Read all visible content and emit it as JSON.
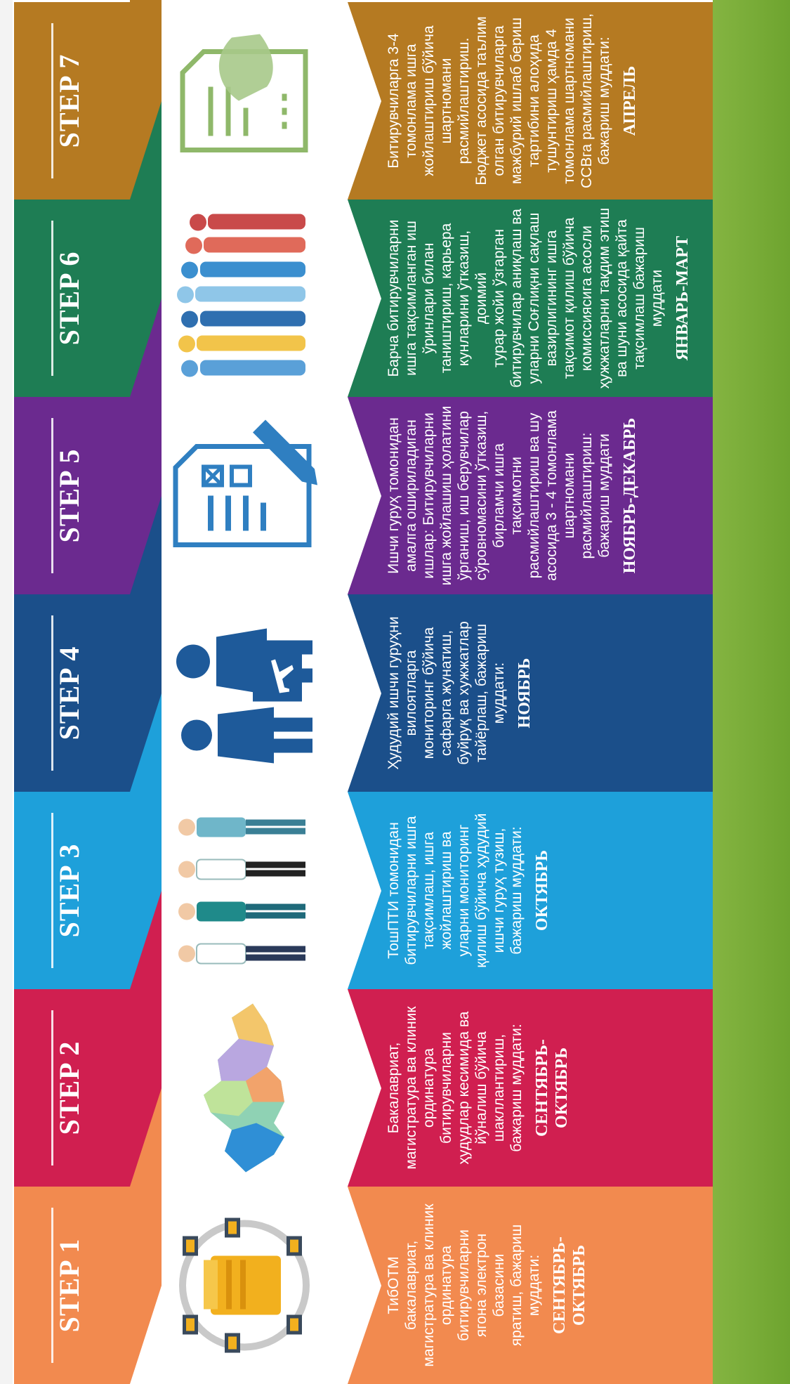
{
  "steps": [
    {
      "title": "STEP 1",
      "color": "#f28a4f",
      "icon": "database-network-icon",
      "description": "ТибОТМ\nбакалавриат,\nмагистратура ва клиник\nординатура\nбитирувчиларни\nягона электрон\nбазасини\nяратиш, бажариш\nмуддати:",
      "deadline": "СЕНТЯБРЬ-\nОКТЯБРЬ"
    },
    {
      "title": "STEP 2",
      "color": "#d01f50",
      "icon": "uzbekistan-map-icon",
      "description": "Бакалавриат,\nмагистратура ва клиник\nординатура\nбитирувчиларни\nҳудудлар кесимида ва\nйўналиш бўйича\nшакллантириш,\nбажариш муддати:",
      "deadline": "СЕНТЯБРЬ-\nОКТЯБРЬ"
    },
    {
      "title": "STEP 3",
      "color": "#1ea0da",
      "icon": "medical-team-icon",
      "description": "ТошПТИ томонидан\nбитирувчиларни ишга\nтақсимлаш, ишга\nжойлаштириш ва\nуларни мониторинг\nқилиш бўйича ҳудудий\nишчи гуруҳ тузиш,\nбажариш муддати:",
      "deadline": "ОКТЯБРЬ"
    },
    {
      "title": "STEP 4",
      "color": "#1b4f8a",
      "icon": "business-trip-icon",
      "description": "Ҳудудий ишчи гуруҳни\nвилоятларга\nмониторинг бўйича\nсафарга жунатиш,\nбуйруқ ва хужжатлар\nтайёрлаш, бажариш\nмуддати:",
      "deadline": "НОЯБРЬ"
    },
    {
      "title": "STEP 5",
      "color": "#6b2a8f",
      "icon": "checklist-form-icon",
      "description": "Ишчи гуруҳ томонидан\nамалга ошириладиган\nишлар: Битирувчиларни\nишга жойлашиш ҳолатини\nўрганиш, иш берувчилар\nсўровномасини ўтказиш,\nбирламчи ишга\nтақсимотни\nрасмийлаштириш ва шу\nасосида 3 - 4 томонлама\nшартномани\nрасмийлаштириш:\nбажариш муддати",
      "deadline": "НОЯБРЬ-ДЕКАБРЬ"
    },
    {
      "title": "STEP 6",
      "color": "#1e7d54",
      "icon": "people-group-icon",
      "description": "Барча битирувчиларни\nишга тақсимланган иш\nўринлари билан\nтаништириш, карьера\nкунларини ўтказиш, доимий\nтурар жойи ўзгарган\nбитирувчилар аниқлаш ва\nуларни Соғлиқни сақлаш\nвазирлигининг ишга\nтақсимот қилиш бўйича\nкомиссиясига асосли\nҳужжатларни тақдим этиш\nва шуни асосида қайта\nтақсимлаш бажариш\nмуддати",
      "deadline": "ЯНВАРЬ-МАРТ"
    },
    {
      "title": "STEP 7",
      "color": "#b57a22",
      "icon": "contract-handshake-icon",
      "description": "Битирувчиларга 3-4\nтомонлама ишга\nжойлаштириш бўйича\nшартномани\nрасмийлаштириш.\nБюджет асосида таълим\nолган битирувчиларга\nмажбурий ишлаб бериш\nтартибини алоҳида\nтушунтириш ҳамда 4\nтомонлама шартномани\nССВга расмийлаштириш,\nбажариш муддати:",
      "deadline": "АПРЕЛЬ"
    }
  ]
}
